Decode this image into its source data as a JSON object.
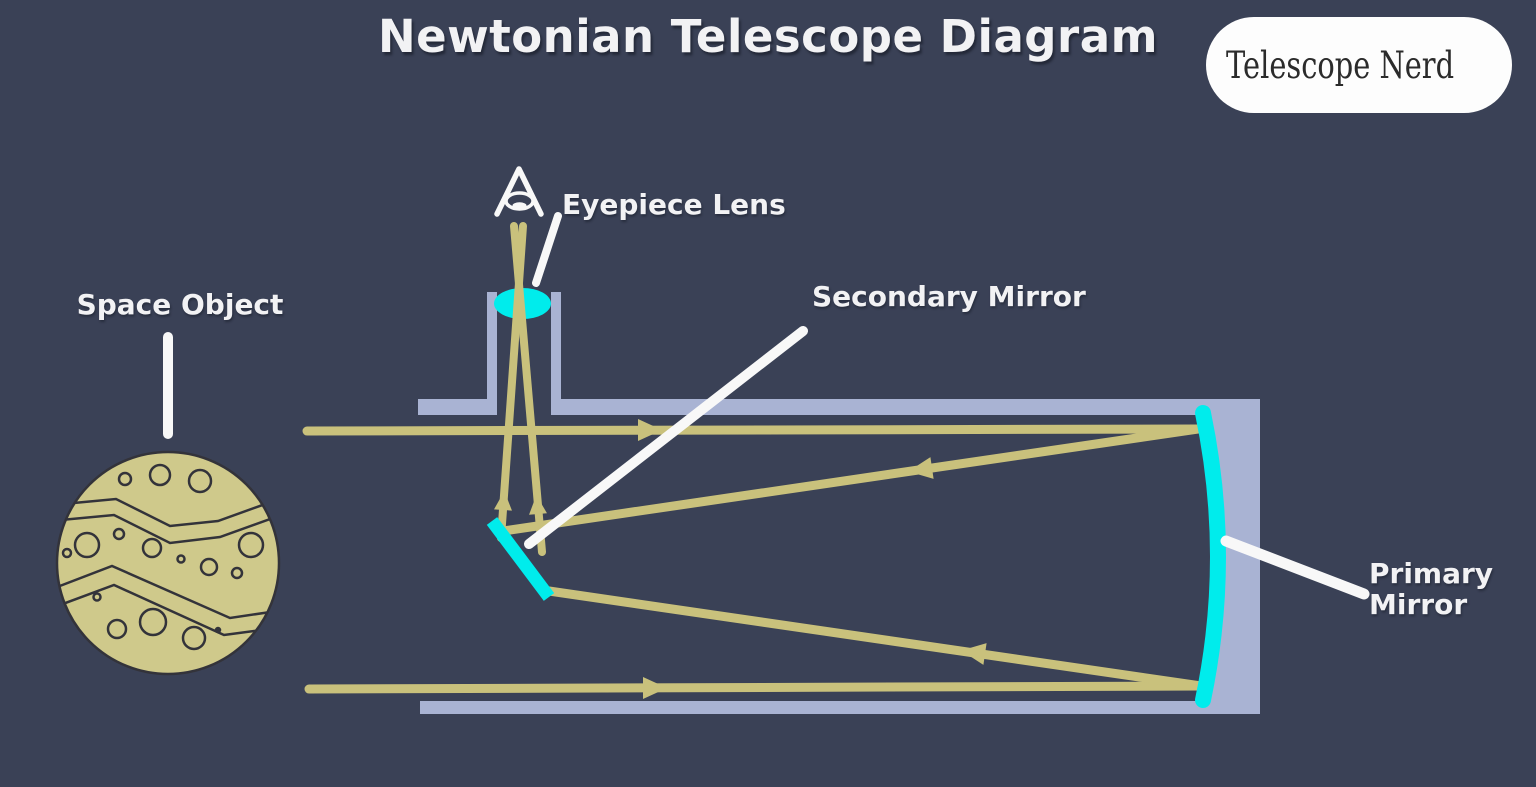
{
  "title": "Newtonian Telescope Diagram",
  "logo": {
    "brand": "Telescope Nerd"
  },
  "labels": {
    "space_object": "Space Object",
    "eyepiece_lens": "Eyepiece Lens",
    "secondary_mirror": "Secondary Mirror",
    "primary_mirror": "Primary Mirror"
  },
  "colors": {
    "background": "#3a4156",
    "tube": "#a9b3d3",
    "light_ray": "#c9c17c",
    "mirror_and_lens": "#00ecec",
    "annotation_line": "#f8f8f8",
    "planet_fill": "#cfc98b",
    "planet_outline": "#33333a",
    "label_text": "#f2f2f4",
    "logo_background": "#fdfdfd",
    "logo_text": "#2b2b2b"
  }
}
